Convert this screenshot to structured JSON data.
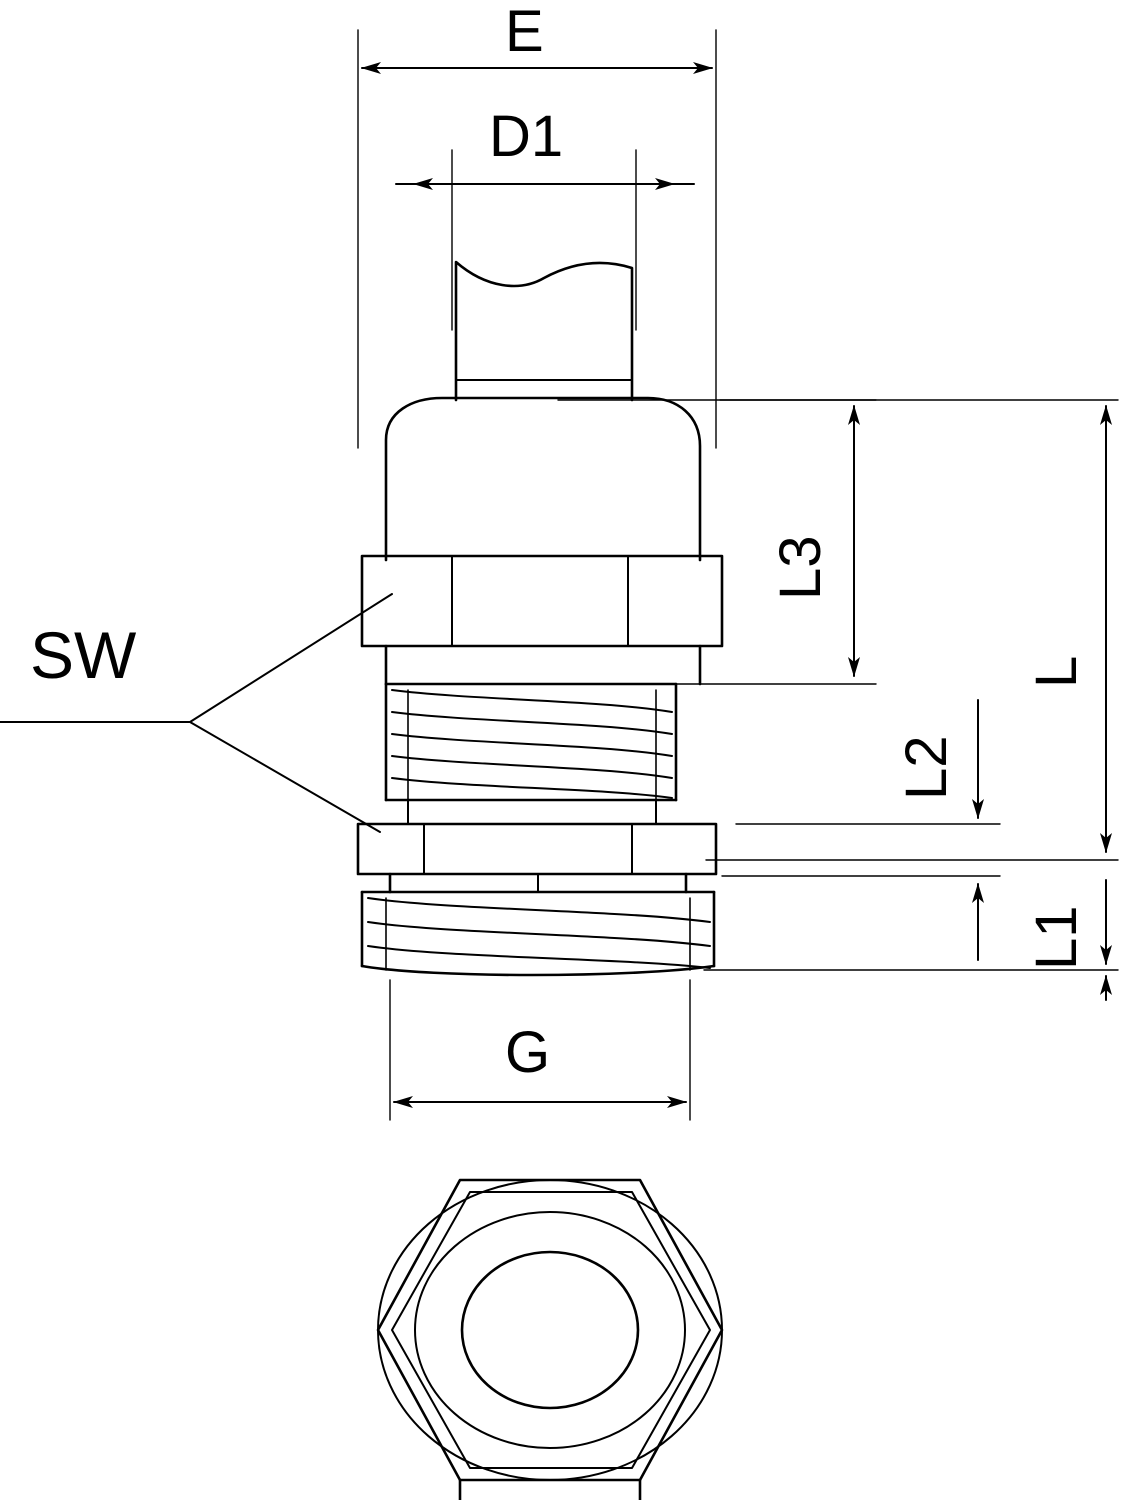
{
  "diagram": {
    "title": "Cable gland dimensional drawing",
    "line_color": "#000000",
    "background_color": "#ffffff",
    "labels": {
      "e": "E",
      "d1": "D1",
      "sw": "SW",
      "l3": "L3",
      "l": "L",
      "l2": "L2",
      "l1": "L1",
      "g": "G"
    },
    "views": [
      {
        "name": "side-elevation-view"
      },
      {
        "name": "bottom-hexagon-view"
      }
    ],
    "dimension_lines": [
      {
        "name": "dimension-e",
        "label": "E",
        "orientation": "horizontal"
      },
      {
        "name": "dimension-d1",
        "label": "D1",
        "orientation": "horizontal"
      },
      {
        "name": "dimension-g",
        "label": "G",
        "orientation": "horizontal"
      },
      {
        "name": "dimension-l3",
        "label": "L3",
        "orientation": "vertical"
      },
      {
        "name": "dimension-l",
        "label": "L",
        "orientation": "vertical"
      },
      {
        "name": "dimension-l2",
        "label": "L2",
        "orientation": "vertical"
      },
      {
        "name": "dimension-l1",
        "label": "L1",
        "orientation": "vertical"
      }
    ],
    "leader_labels": [
      {
        "name": "leader-sw",
        "label": "SW",
        "points_to": "hex-flats"
      }
    ]
  }
}
